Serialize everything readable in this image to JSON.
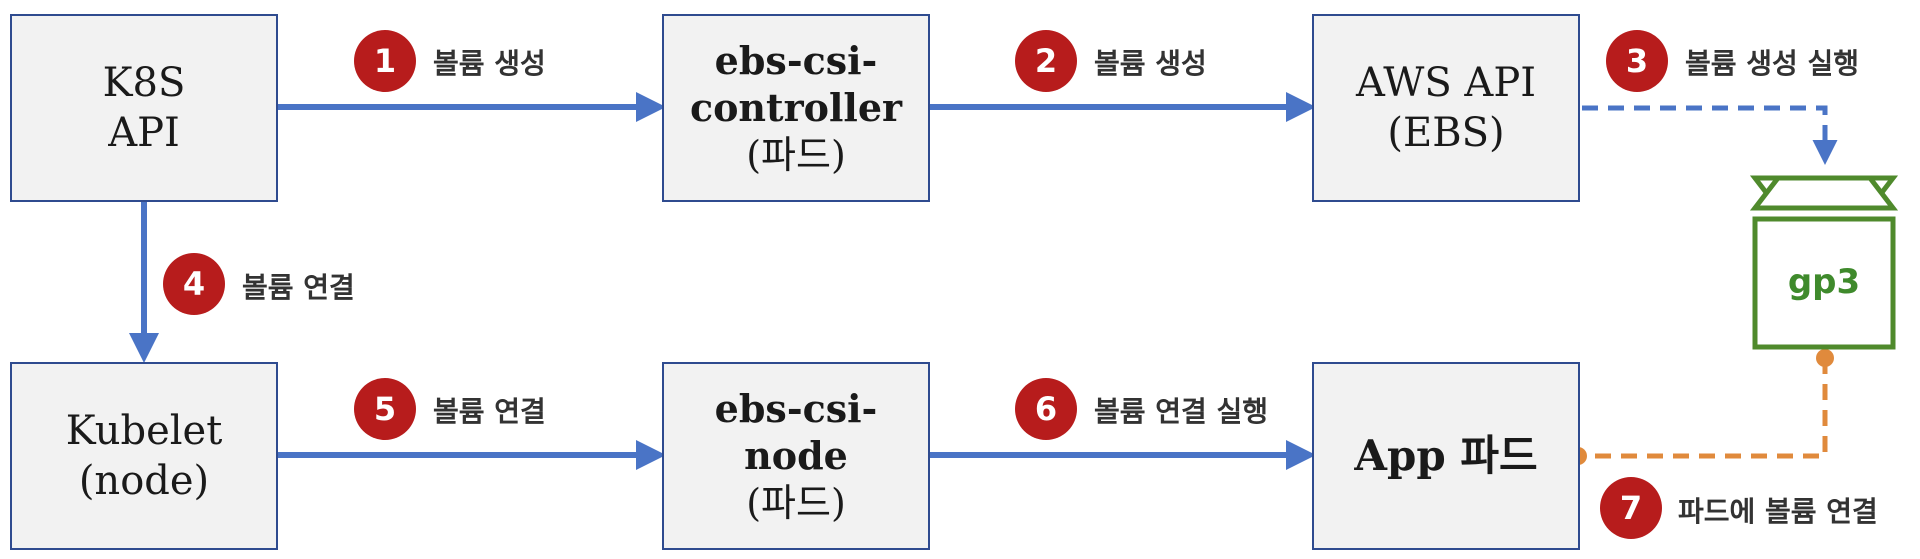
{
  "nodes": {
    "k8s_api": [
      "K8S",
      "API"
    ],
    "ebs_controller": [
      "ebs-csi-",
      "controller",
      "(파드)"
    ],
    "aws_api": [
      "AWS API",
      "(EBS)"
    ],
    "kubelet": [
      "Kubelet",
      "(node)"
    ],
    "ebs_node": [
      "ebs-csi-",
      "node",
      "(파드)"
    ],
    "app_pod": [
      "App 파드"
    ],
    "gp3": "gp3"
  },
  "steps": [
    {
      "num": "1",
      "label": "볼륨 생성"
    },
    {
      "num": "2",
      "label": "볼륨 생성"
    },
    {
      "num": "3",
      "label": "볼륨 생성 실행"
    },
    {
      "num": "4",
      "label": "볼륨 연결"
    },
    {
      "num": "5",
      "label": "볼륨 연결"
    },
    {
      "num": "6",
      "label": "볼륨 연결 실행"
    },
    {
      "num": "7",
      "label": "파드에 볼륨 연결"
    }
  ],
  "colors": {
    "arrow_blue": "#4a74c6",
    "arrow_orange": "#e08a3c",
    "badge_red": "#b71c1c",
    "box_border": "#2f4b8f",
    "box_fill": "#f2f2f2",
    "gp3_green": "#4f8a2c"
  }
}
